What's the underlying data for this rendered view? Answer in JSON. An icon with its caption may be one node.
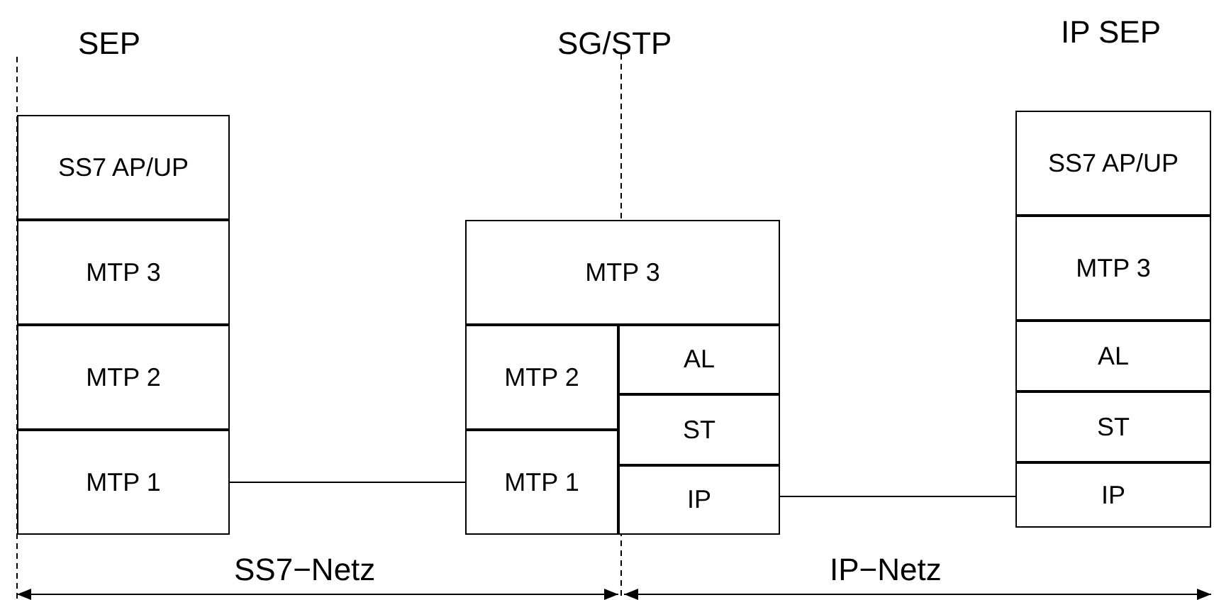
{
  "diagram": {
    "nodes": [
      {
        "text": [
          "SS7 AP/UP"
        ]
      },
      {
        "text": [
          "MTP 3"
        ]
      },
      {
        "text": [
          "MTP 2"
        ]
      },
      {
        "text": [
          "MTP 1"
        ]
      },
      {
        "text": [
          "MTP 3"
        ]
      },
      {
        "text": [
          "MTP 2"
        ]
      },
      {
        "text": [
          "AL"
        ]
      },
      {
        "text": [
          "ST"
        ]
      },
      {
        "text": [
          "MTP 1"
        ]
      },
      {
        "text": [
          "IP"
        ]
      },
      {
        "text": [
          "SS7 AP/UP"
        ]
      },
      {
        "text": [
          "MTP 3"
        ]
      },
      {
        "text": [
          "AL"
        ]
      },
      {
        "text": [
          "ST"
        ]
      },
      {
        "text": [
          "IP"
        ]
      }
    ],
    "edges": [
      {
        "from": 3,
        "to": 8,
        "arrow": "none"
      },
      {
        "from": 9,
        "to": 14,
        "arrow": "none"
      }
    ],
    "labels": [
      "SEP",
      "SG/STP",
      "IP SEP",
      "SS7−Netz",
      "IP−Netz"
    ]
  }
}
